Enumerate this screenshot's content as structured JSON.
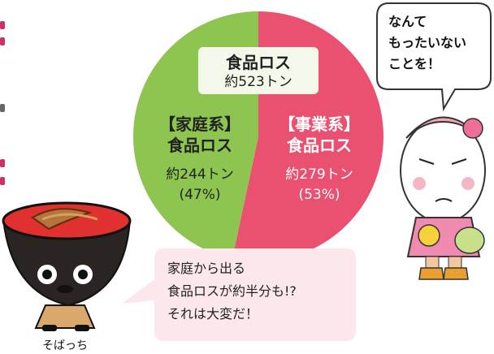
{
  "chart_data": {
    "type": "pie",
    "title": "食品ロス",
    "total_label": "約523トン",
    "slices": [
      {
        "name_line1": "【家庭系】",
        "name_line2": "食品ロス",
        "amount_label": "約244トン",
        "percent_label": "(47%)",
        "value": 244,
        "color": "#8ec550"
      },
      {
        "name_line1": "【事業系】",
        "name_line2": "食品ロス",
        "amount_label": "約279トン",
        "percent_label": "(53%)",
        "value": 279,
        "color": "#ea5070"
      }
    ]
  },
  "speech": {
    "top_right": [
      "なんて",
      "もったいない",
      "ことを！"
    ],
    "bottom": [
      "家庭から出る",
      "食品ロスが約半分も!?",
      "それは大変だ！"
    ]
  },
  "characters": {
    "left_name": "そばっち"
  },
  "colors": {
    "title_box": "#f3f8ea",
    "bubble_pink": "#fbe7ec"
  }
}
